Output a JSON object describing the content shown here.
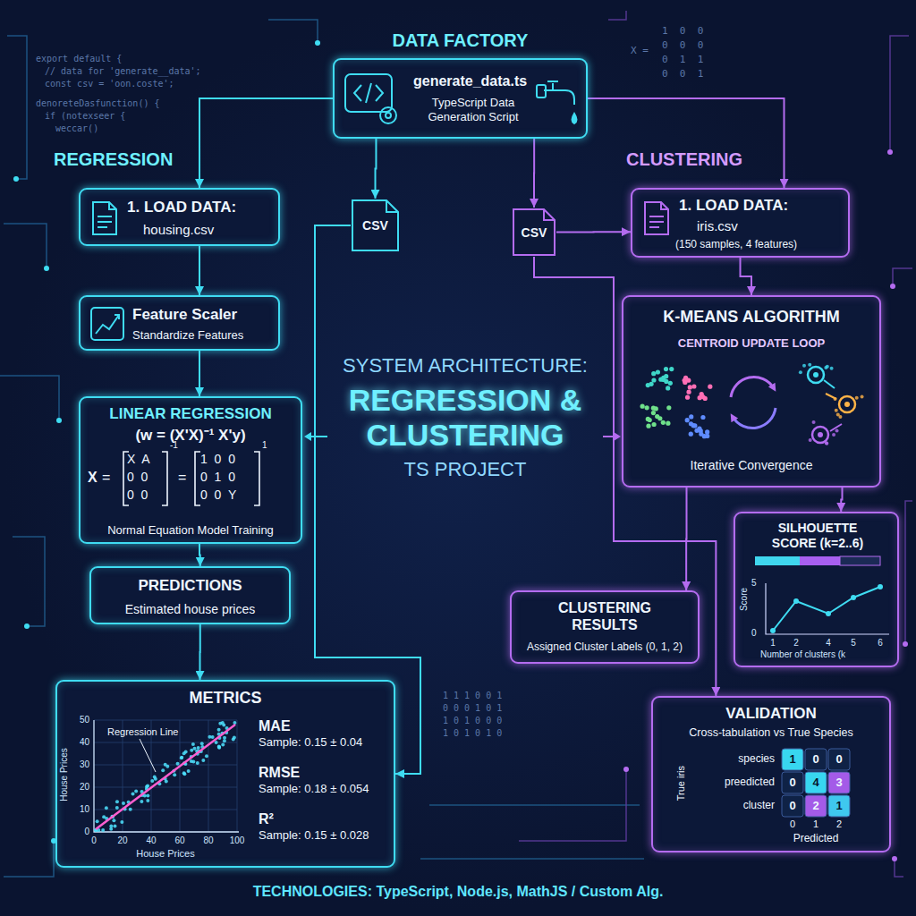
{
  "diagram": {
    "title": "REGRESSION & CLUSTERING",
    "caption": "TECHNOLOGIES: TypeScript, Node.js, MathJS / Custom Alg.",
    "nodes": [
      {
        "text": [
          "DATA FACTORY",
          "generate_data.ts",
          "TypeScript Data Generation Script"
        ]
      },
      {
        "text": [
          "1. LOAD DATA:",
          "housing.csv"
        ]
      },
      {
        "text": [
          "CSV"
        ]
      },
      {
        "text": [
          "CSV"
        ]
      },
      {
        "text": [
          "1. LOAD DATA:",
          "iris.csv",
          "(150 samples, 4 features)"
        ]
      },
      {
        "text": [
          "Feature Scaler",
          "Standardize Features"
        ]
      },
      {
        "text": [
          "K-MEANS ALGORITHM",
          "CENTROID UPDATE LOOP",
          "Iterative Convergence"
        ]
      },
      {
        "text": [
          "LINEAR REGRESSION",
          "(w = (X'X)⁻¹ X'y)",
          "Normal Equation Model Training"
        ]
      },
      {
        "text": [
          "SILHOUETTE SCORE (k=2..6)"
        ]
      },
      {
        "text": [
          "PREDICTIONS",
          "Estimated house prices"
        ]
      },
      {
        "text": [
          "CLUSTERING RESULTS",
          "Assigned Cluster Labels (0, 1, 2)"
        ]
      },
      {
        "text": [
          "METRICS",
          "MAE",
          "Sample: 0.15 ± 0.04",
          "RMSE",
          "Sample: 0.18 ± 0.054",
          "R²",
          "Sample: 0.15 ± 0.028"
        ]
      },
      {
        "text": [
          "VALIDATION",
          "Cross-tabulation vs True Species"
        ]
      }
    ],
    "edges": [
      {
        "from": 0,
        "to": 1,
        "arrow": "to"
      },
      {
        "from": 0,
        "to": 2,
        "arrow": "to"
      },
      {
        "from": 0,
        "to": 3,
        "arrow": "to"
      },
      {
        "from": 0,
        "to": 4,
        "arrow": "to"
      },
      {
        "from": 1,
        "to": 5,
        "arrow": "to"
      },
      {
        "from": 5,
        "to": 7,
        "arrow": "to"
      },
      {
        "from": 7,
        "to": 9,
        "arrow": "to"
      },
      {
        "from": 9,
        "to": 11,
        "arrow": "to"
      },
      {
        "from": 2,
        "to": 11,
        "arrow": "to"
      },
      {
        "from": 3,
        "to": 4,
        "arrow": "to"
      },
      {
        "from": 4,
        "to": 6,
        "arrow": "to"
      },
      {
        "from": 6,
        "to": 8,
        "arrow": "to"
      },
      {
        "from": 6,
        "to": 10,
        "arrow": "to"
      },
      {
        "from": 3,
        "to": 12,
        "arrow": "to"
      }
    ],
    "labels": [
      "REGRESSION",
      "CLUSTERING",
      "SYSTEM ARCHITECTURE:",
      "TS PROJECT",
      "X",
      "=",
      "X  A",
      "0  0",
      "0  0",
      "-1",
      "=",
      "1  0  0",
      "0  1  0",
      "0  0  Y",
      "1",
      "Regression Line",
      "House Prices",
      "House Prices",
      "50",
      "40",
      "30",
      "20",
      "10",
      "0",
      "0",
      "20",
      "40",
      "60",
      "80",
      "100",
      "Score",
      "5",
      "0",
      "1",
      "2",
      "4",
      "5",
      "6",
      "Number of clusters (k",
      "True iris",
      "species",
      "preedicted",
      "cluster",
      "1",
      "0",
      "0",
      "0",
      "4",
      "3",
      "0",
      "2",
      "1",
      "0",
      "1",
      "2",
      "Predicted",
      "export default {",
      "// data for 'generate__data';",
      "const csv = 'oon.coste';",
      "denoreteDasfunction() {",
      "if (notexseer {",
      "weccar()",
      "X =",
      "1  0  0",
      "0  0  0",
      "0  1  1",
      "0  0  1",
      "1 1 1 0 0 1",
      "0 0 0 1 0 1",
      "1 0 1 0 0 0",
      "1 0 1 0 1 0"
    ]
  }
}
